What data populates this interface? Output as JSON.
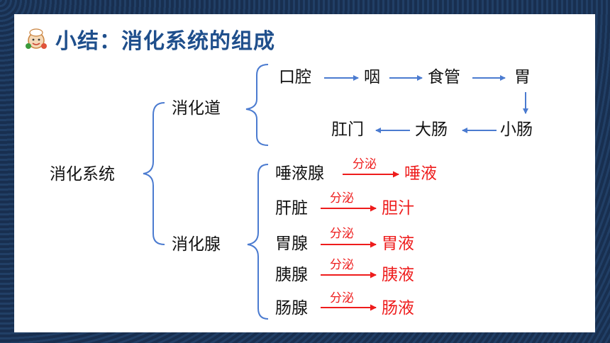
{
  "title": "小结：消化系统的组成",
  "colors": {
    "title": "#1f4f8c",
    "bracket": "#4b7bd0",
    "secrete": "#ee1c1c"
  },
  "root": "消化系统",
  "tract": {
    "label": "消化道",
    "organs": [
      "口腔",
      "咽",
      "食管",
      "胃",
      "小肠",
      "大肠",
      "肛门"
    ]
  },
  "glands": {
    "label": "消化腺",
    "verb": "分泌",
    "items": [
      {
        "gland": "唾液腺",
        "product": "唾液"
      },
      {
        "gland": "肝脏",
        "product": "胆汁"
      },
      {
        "gland": "胃腺",
        "product": "胃液"
      },
      {
        "gland": "胰腺",
        "product": "胰液"
      },
      {
        "gland": "肠腺",
        "product": "肠液"
      }
    ]
  },
  "icons": {
    "title": "chef-mascot-icon"
  }
}
